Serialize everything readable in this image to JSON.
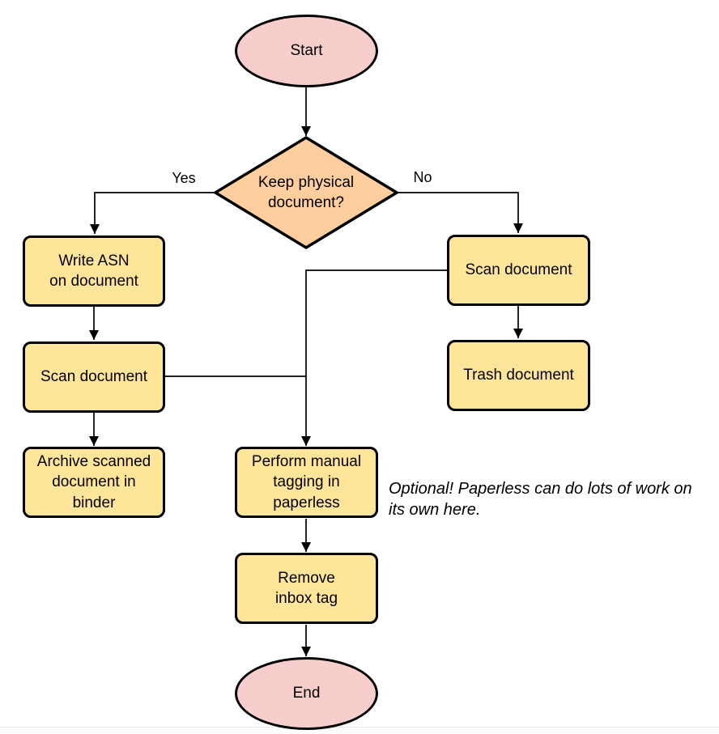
{
  "diagram": {
    "type": "flowchart",
    "nodes": {
      "start": {
        "shape": "terminal",
        "label": "Start"
      },
      "decision": {
        "shape": "decision",
        "label": "Keep physical\ndocument?"
      },
      "write_asn": {
        "shape": "process",
        "label": "Write ASN\non document"
      },
      "scan_yes": {
        "shape": "process",
        "label": "Scan document"
      },
      "archive": {
        "shape": "process",
        "label": "Archive scanned\ndocument in\nbinder"
      },
      "scan_no": {
        "shape": "process",
        "label": "Scan document"
      },
      "trash": {
        "shape": "process",
        "label": "Trash document"
      },
      "tagging": {
        "shape": "process",
        "label": "Perform manual\ntagging in\npaperless"
      },
      "remove_inbox": {
        "shape": "process",
        "label": "Remove\ninbox tag"
      },
      "end": {
        "shape": "terminal",
        "label": "End"
      }
    },
    "edges": [
      {
        "from": "start",
        "to": "decision",
        "label": ""
      },
      {
        "from": "decision",
        "to": "write_asn",
        "label": "Yes"
      },
      {
        "from": "decision",
        "to": "scan_no",
        "label": "No"
      },
      {
        "from": "write_asn",
        "to": "scan_yes",
        "label": ""
      },
      {
        "from": "scan_yes",
        "to": "archive",
        "label": ""
      },
      {
        "from": "scan_no",
        "to": "trash",
        "label": ""
      },
      {
        "from": "scan_no",
        "to": "tagging",
        "label": ""
      },
      {
        "from": "scan_yes",
        "to": "tagging",
        "label": ""
      },
      {
        "from": "tagging",
        "to": "remove_inbox",
        "label": ""
      },
      {
        "from": "remove_inbox",
        "to": "end",
        "label": ""
      }
    ],
    "annotation": "Optional! Paperless can do lots of work on\nits own here.",
    "colors": {
      "terminal_fill": "#f8cecc",
      "decision_fill": "#ffce9e",
      "process_fill": "#ffe59a",
      "stroke": "#000000"
    }
  }
}
